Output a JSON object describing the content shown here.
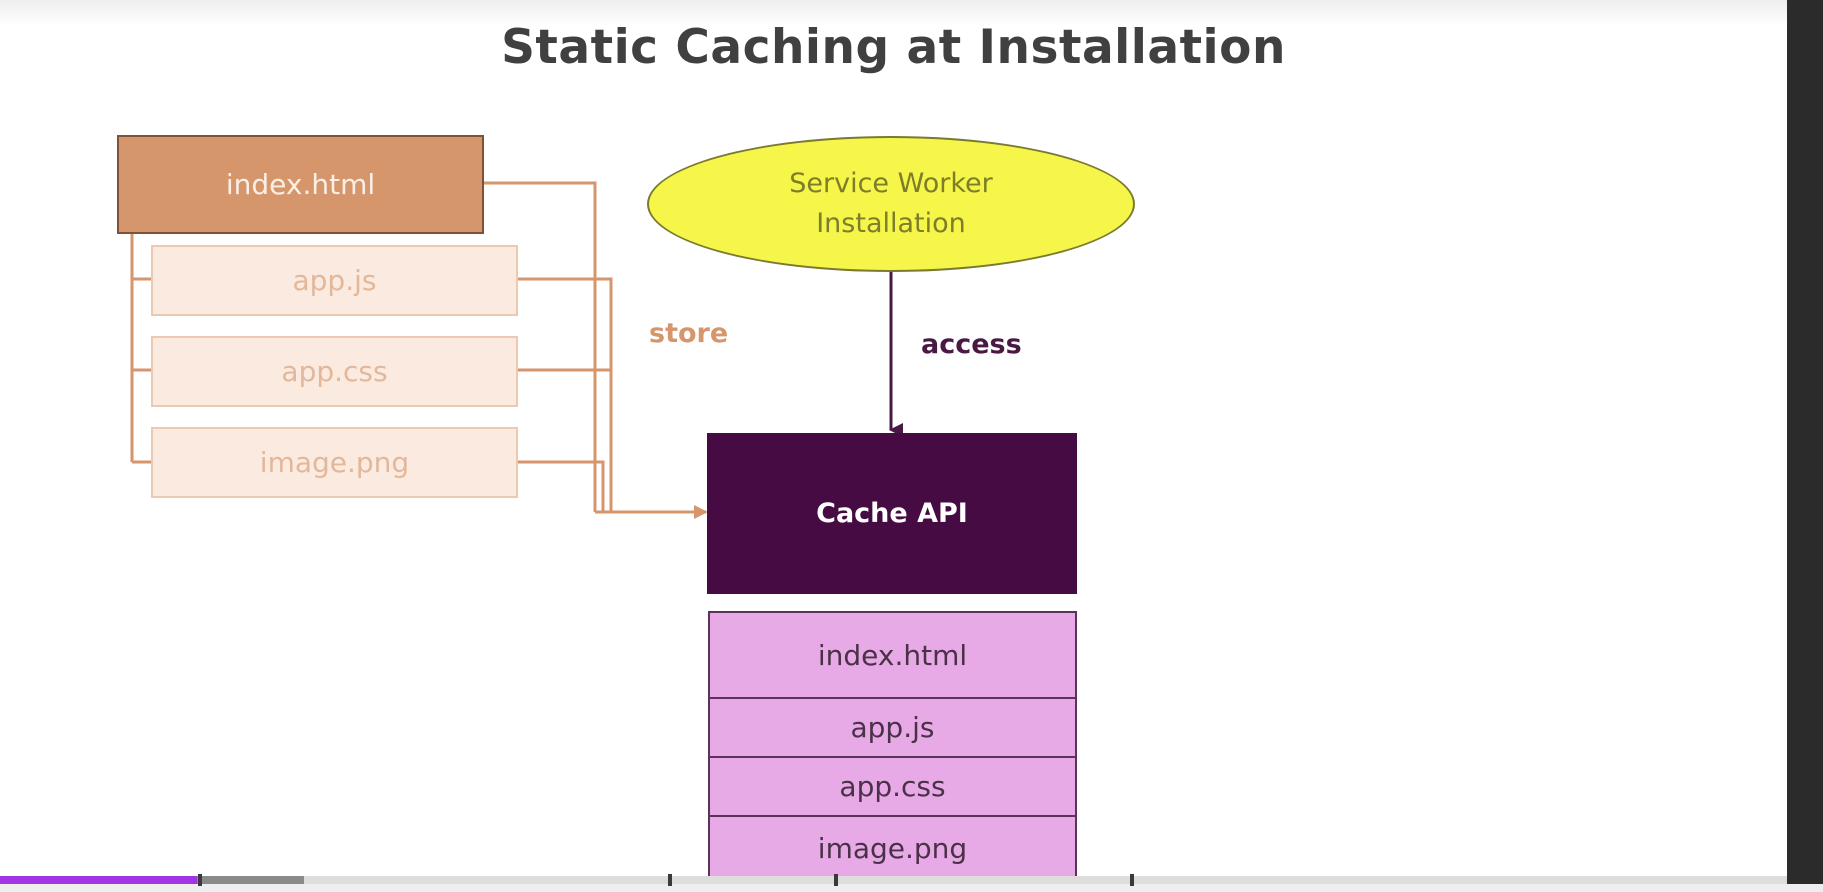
{
  "slide": {
    "title": "Static Caching at Installation"
  },
  "source_files": {
    "main": "index.html",
    "items": [
      "app.js",
      "app.css",
      "image.png"
    ]
  },
  "service_worker": {
    "line1": "Service Worker",
    "line2": "Installation"
  },
  "labels": {
    "store": "store",
    "access": "access"
  },
  "cache_api": {
    "label": "Cache API"
  },
  "cached_files": [
    "index.html",
    "app.js",
    "app.css",
    "image.png"
  ],
  "colors": {
    "source_main": "#d6966c",
    "source_light": "#fbeae0",
    "store_arrow": "#d6966c",
    "ellipse_fill": "#f5f54a",
    "cache_api": "#460b42",
    "cached_item": "#e8aae6",
    "progress_played": "#a334e3"
  },
  "video_player": {
    "progress_played": 0.11,
    "progress_buffered": 0.17
  }
}
